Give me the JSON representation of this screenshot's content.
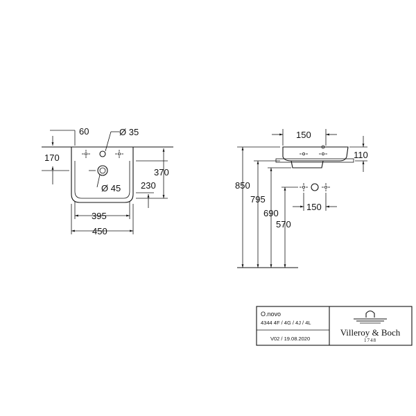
{
  "front_view": {
    "dim_top_left": "60",
    "dim_drain_top": "Ø 35",
    "dim_height_left": "170",
    "dim_height_right": "370",
    "dim_drain_bottom": "Ø 45",
    "dim_inner_height": "230",
    "dim_inner_width": "395",
    "dim_outer_width": "450"
  },
  "side_view": {
    "dim_top_width": "150",
    "dim_depth": "110",
    "dim_total_height": "850",
    "dim_height_2": "795",
    "dim_height_3": "690",
    "dim_height_4": "570",
    "dim_tap_spacing": "150"
  },
  "title_block": {
    "product_name": "O.novo",
    "article_numbers": "4344 4F / 4G / 4J / 4L",
    "version": "V02 / 19.08.2020",
    "brand": "Villeroy & Boch",
    "brand_year": "1748"
  }
}
